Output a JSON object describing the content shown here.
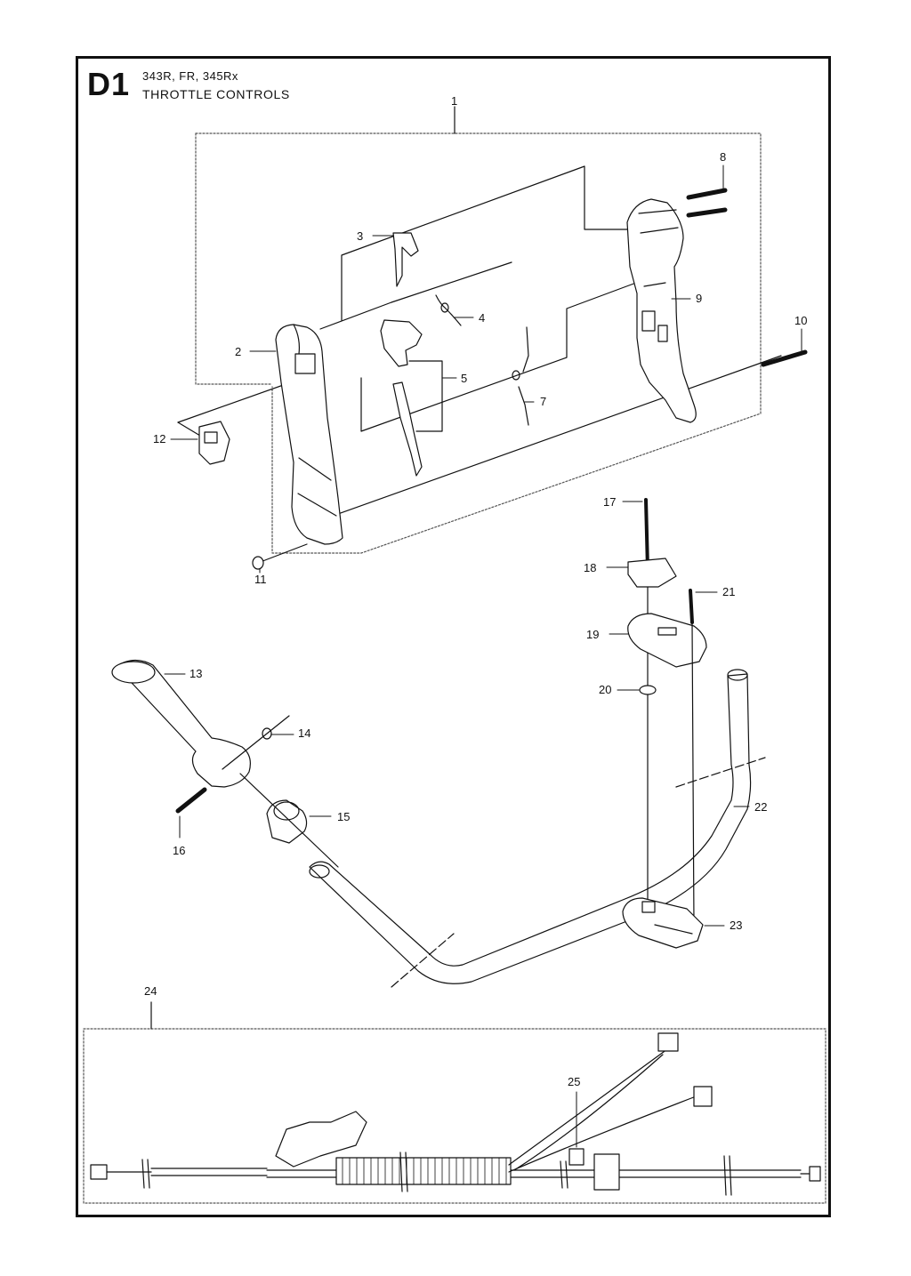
{
  "header": {
    "code": "D1",
    "models": "343R, FR, 345Rx",
    "title": "THROTTLE CONTROLS"
  },
  "callouts": {
    "p1": "1",
    "p2": "2",
    "p3": "3",
    "p4": "4",
    "p5": "5",
    "p7": "7",
    "p8": "8",
    "p9": "9",
    "p10": "10",
    "p11": "11",
    "p12": "12",
    "p13": "13",
    "p14": "14",
    "p15": "15",
    "p16": "16",
    "p17": "17",
    "p18": "18",
    "p19": "19",
    "p20": "20",
    "p21": "21",
    "p22": "22",
    "p23": "23",
    "p24": "24",
    "p25": "25"
  }
}
